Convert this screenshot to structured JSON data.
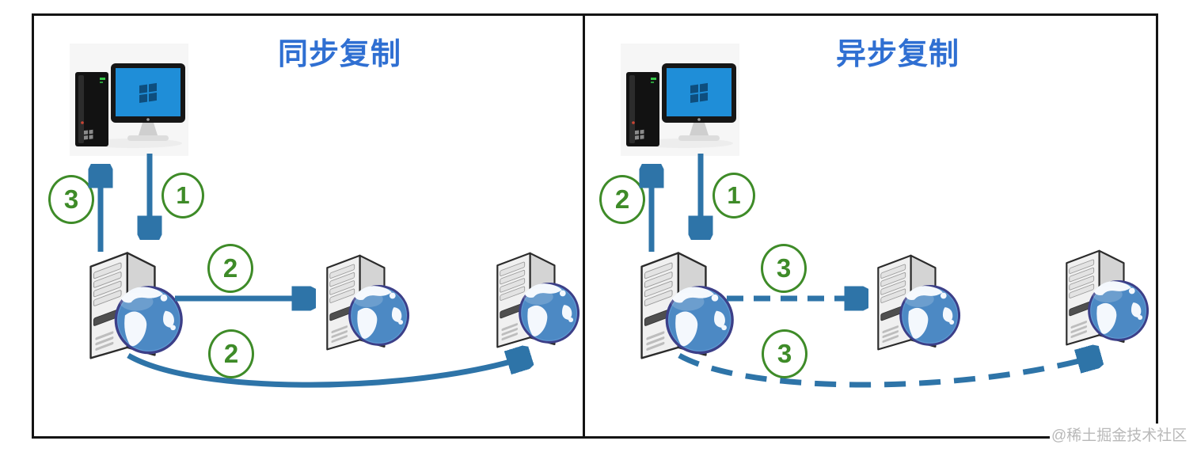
{
  "diagram": {
    "watermark": "@稀土掘金技术社区",
    "colors": {
      "arrow": "#2e74a8",
      "title": "#2f6fd2",
      "step": "#3e8b28",
      "frame": "#141414",
      "watermark": "#b8b8b8"
    },
    "panels": [
      {
        "id": "sync",
        "title": "同步复制",
        "link_style": "solid",
        "steps": {
          "write_request": "1",
          "replicate_to_replica1": "2",
          "replicate_to_replica2": "2",
          "ack_to_client": "3"
        }
      },
      {
        "id": "async",
        "title": "异步复制",
        "link_style": "dashed",
        "steps": {
          "write_request": "1",
          "ack_to_client": "2",
          "replicate_to_replica1": "3",
          "replicate_to_replica2": "3"
        }
      }
    ]
  }
}
